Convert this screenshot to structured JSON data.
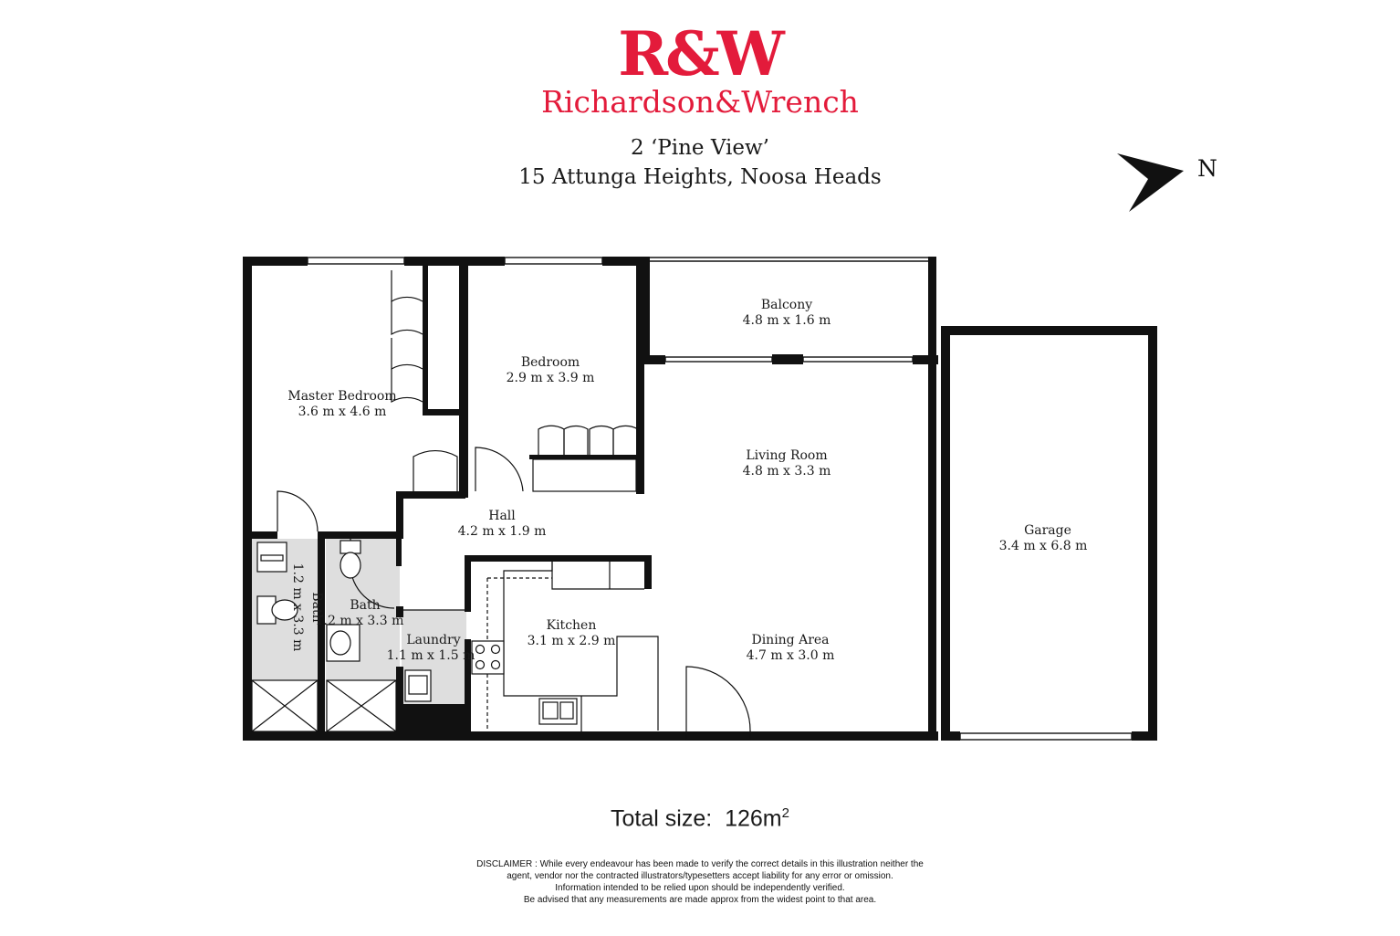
{
  "header": {
    "logo_mark": "R&W",
    "logo_name": "Richardson&Wrench",
    "address_line1": "2 ‘Pine View’",
    "address_line2": "15 Attunga Heights, Noosa Heads",
    "north_label": "N"
  },
  "rooms": {
    "master_bedroom": {
      "name": "Master Bedroom",
      "size": "3.6 m x 4.6 m"
    },
    "bedroom": {
      "name": "Bedroom",
      "size": "2.9 m x 3.9 m"
    },
    "balcony": {
      "name": "Balcony",
      "size": "4.8 m x 1.6 m"
    },
    "living_room": {
      "name": "Living Room",
      "size": "4.8 m x 3.3 m"
    },
    "hall": {
      "name": "Hall",
      "size": "4.2 m x 1.9 m"
    },
    "bath_left": {
      "name": "Bath",
      "size": "1.2 m x 3.3 m"
    },
    "bath_right": {
      "name": "Bath",
      "size": "1.2 m x 3.3 m"
    },
    "laundry": {
      "name": "Laundry",
      "size": "1.1 m x 1.5 m"
    },
    "kitchen": {
      "name": "Kitchen",
      "size": "3.1 m x 2.9 m"
    },
    "dining_area": {
      "name": "Dining Area",
      "size": "4.7 m x 3.0 m"
    },
    "garage": {
      "name": "Garage",
      "size": "3.4 m x 6.8 m"
    }
  },
  "footer": {
    "total_label": "Total size:",
    "total_value": "126m",
    "total_unit_sup": "2",
    "disclaimer_1": "DISCLAIMER : While every endeavour has been made to verify the correct details in this illustration neither the",
    "disclaimer_2": "agent, vendor nor the contracted illustrators/typesetters accept liability for any error or omission.",
    "disclaimer_3": "Information intended to be relied upon should be independently verified.",
    "disclaimer_4": "Be advised that any measurements are made approx from the widest point to that area."
  },
  "colors": {
    "brand": "#e31b3b",
    "wall": "#111111",
    "wet_area": "#dedede",
    "floor": "#ffffff"
  }
}
